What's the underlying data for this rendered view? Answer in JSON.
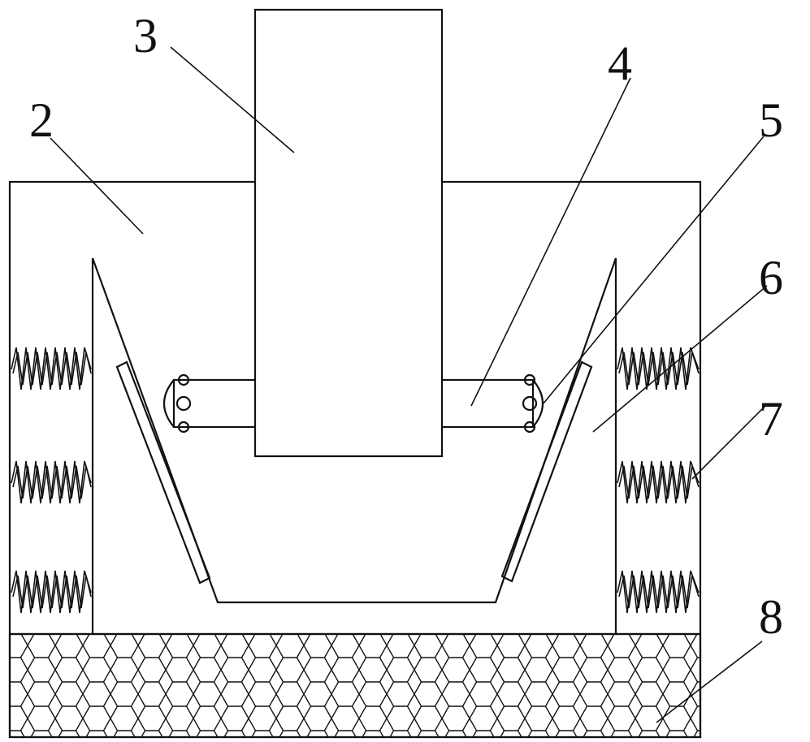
{
  "labels": {
    "part_2": "2",
    "part_3": "3",
    "part_4": "4",
    "part_5": "5",
    "part_6": "6",
    "part_7": "7",
    "part_8": "8"
  },
  "colors": {
    "stroke": "#111111",
    "background": "#ffffff"
  }
}
